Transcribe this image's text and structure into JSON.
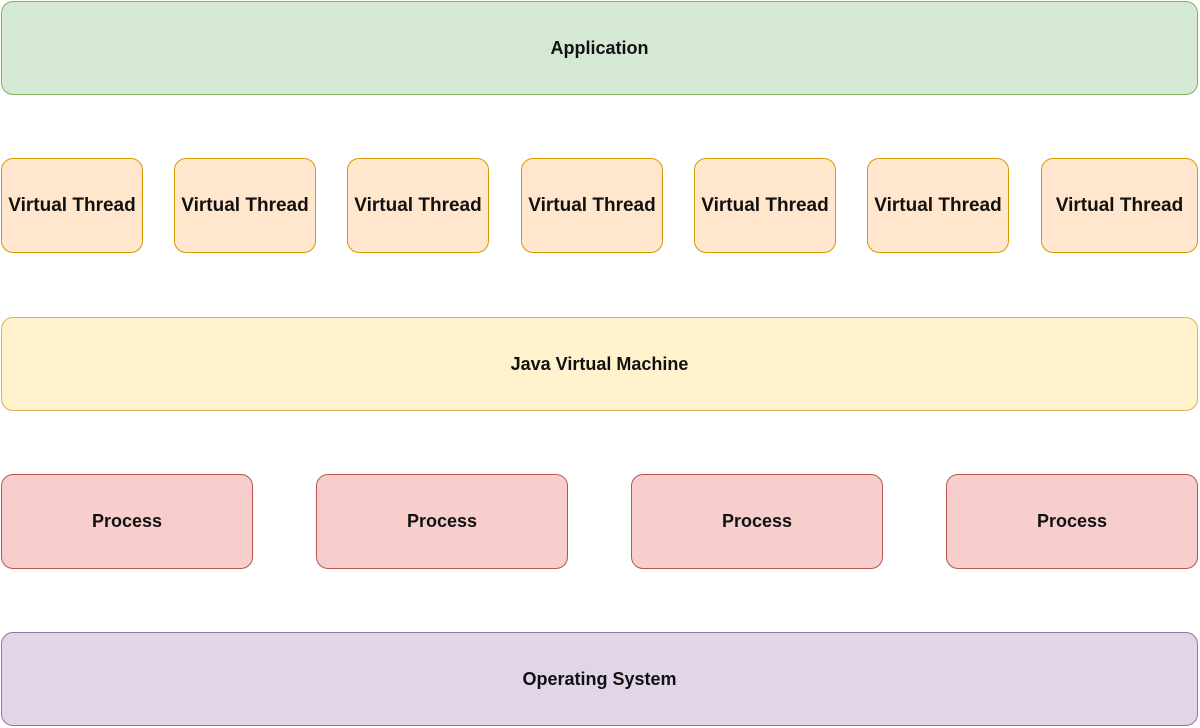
{
  "colors": {
    "application_fill": "#d5e8d4",
    "application_stroke": "#82b366",
    "virtual_thread_fill": "#ffe6cc",
    "virtual_thread_stroke": "#d79b00",
    "jvm_fill": "#fff2cc",
    "jvm_stroke": "#d6b656",
    "process_fill": "#f8cecc",
    "process_stroke": "#b85450",
    "os_fill": "#e1d5e7",
    "os_stroke": "#9673a6"
  },
  "application": {
    "label": "Application"
  },
  "virtual_threads": [
    {
      "label": "Virtual Thread"
    },
    {
      "label": "Virtual Thread"
    },
    {
      "label": "Virtual Thread"
    },
    {
      "label": "Virtual Thread"
    },
    {
      "label": "Virtual Thread"
    },
    {
      "label": "Virtual Thread"
    },
    {
      "label": "Virtual Thread"
    }
  ],
  "jvm": {
    "label": "Java Virtual Machine"
  },
  "processes": [
    {
      "label": "Process"
    },
    {
      "label": "Process"
    },
    {
      "label": "Process"
    },
    {
      "label": "Process"
    }
  ],
  "operating_system": {
    "label": "Operating System"
  }
}
